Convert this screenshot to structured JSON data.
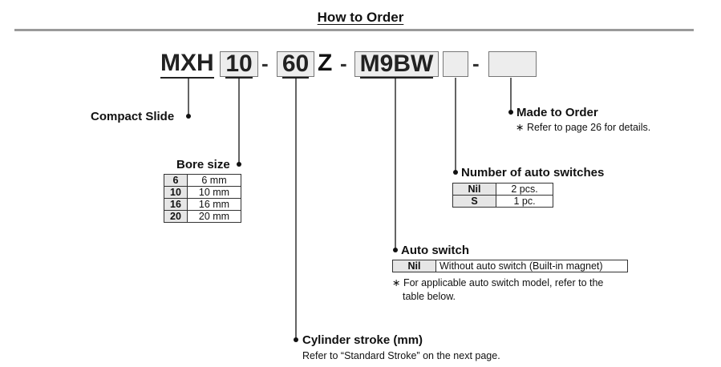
{
  "title": "How to Order",
  "code": {
    "prefix": "MXH",
    "bore": "10",
    "dash1": "-",
    "stroke": "60",
    "z": "Z",
    "dash2": "-",
    "switch": "M9BW",
    "switch_count": "",
    "dash3": "-",
    "made_to_order": ""
  },
  "compact_slide": {
    "label": "Compact Slide"
  },
  "bore_size": {
    "label": "Bore size",
    "rows": [
      {
        "key": "6",
        "value": "6 mm"
      },
      {
        "key": "10",
        "value": "10 mm"
      },
      {
        "key": "16",
        "value": "16 mm"
      },
      {
        "key": "20",
        "value": "20 mm"
      }
    ]
  },
  "cylinder_stroke": {
    "label": "Cylinder stroke (mm)",
    "note": "Refer to “Standard Stroke” on the next page."
  },
  "auto_switch": {
    "label": "Auto switch",
    "rows": [
      {
        "key": "Nil",
        "value": "Without auto switch (Built-in magnet)"
      }
    ],
    "note_line1": "∗ For applicable auto switch model, refer to the",
    "note_line2": "table below."
  },
  "number_of_switches": {
    "label": "Number of auto switches",
    "rows": [
      {
        "key": "Nil",
        "value": "2 pcs."
      },
      {
        "key": "S",
        "value": "1 pc."
      }
    ]
  },
  "made_to_order": {
    "label": "Made to Order",
    "note": "∗ Refer to page 26 for details."
  }
}
